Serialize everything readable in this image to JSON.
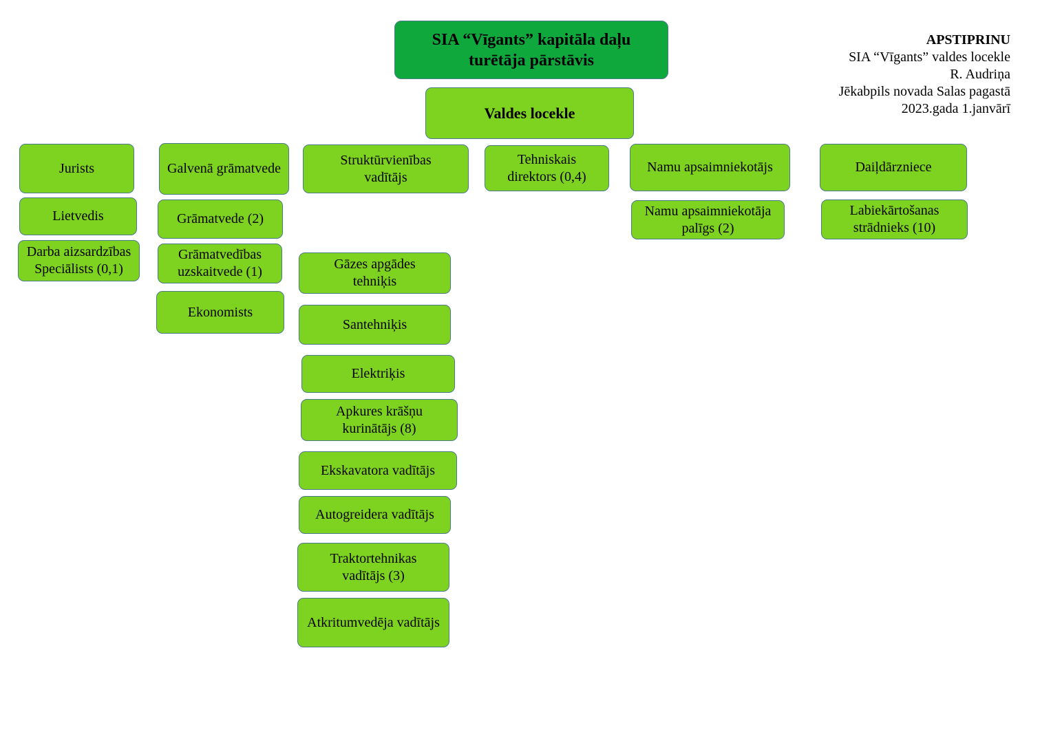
{
  "approval": {
    "heading": "APSTIPRINU",
    "line1": "SIA “Vīgants” valdes locekle",
    "line2": "R. Audriņa",
    "line3": "Jēkabpils novada Salas pagastā",
    "line4": "2023.gada 1.janvārī"
  },
  "top": {
    "label": "SIA “Vīgants” kapitāla daļu\nturētāja pārstāvis"
  },
  "board": {
    "label": "Valdes locekle"
  },
  "columns": {
    "legal": [
      "Jurists",
      "Lietvedis",
      "Darba aizsardzības\nSpeciālists (0,1)"
    ],
    "accounting": [
      "Galvenā grāmatvede",
      "Grāmatvede (2)",
      "Grāmatvedības\nuzskaitvede (1)",
      "Ekonomists"
    ],
    "unit": [
      "Struktūrvienības\nvadītājs",
      "Gāzes apgādes\ntehniķis",
      "Santehniķis",
      "Elektriķis",
      "Apkures krāšņu\nkurinātājs (8)",
      "Ekskavatora vadītājs",
      "Autogreidera vadītājs",
      "Traktortehnikas\nvadītājs (3)",
      "Atkritumvedēja vadītājs"
    ],
    "technical": [
      "Tehniskais\ndirektors (0,4)"
    ],
    "housing": [
      "Namu apsaimniekotājs",
      "Namu apsaimniekotāja\npalīgs (2)"
    ],
    "garden": [
      "Daiļdārzniece",
      "Labiekārtošanas\nstrādnieks (10)"
    ]
  },
  "colors": {
    "top_fill": "#0fa83c",
    "box_fill": "#7ed321",
    "box_border": "#4a7a8c"
  }
}
